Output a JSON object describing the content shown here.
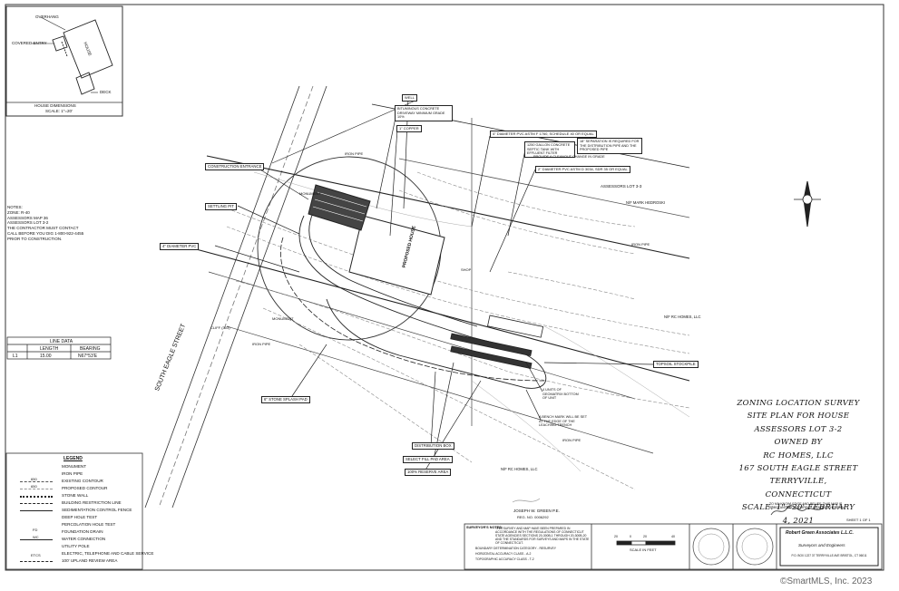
{
  "title_block": {
    "lines": [
      "ZONING LOCATION SURVEY",
      "SITE PLAN FOR HOUSE",
      "ASSESSORS LOT 3-2",
      "OWNED BY",
      "RC HOMES, LLC",
      "167 SOUTH EAGLE STREET",
      "TERRYVILLE, CONNECTICUT",
      "SCALE: 1\"=20'   FEBRUARY 4, 2021"
    ],
    "certify": "TO MY KNOWLEDGE AND BELIEF, THIS MAP IS SUBSTANTIALLY CORRECT AS NOTED HEREON.",
    "sheet": "SHEET 1 OF 1"
  },
  "house_inset": {
    "labels": [
      "OVERHANG",
      "COVERED ENTRY",
      "HOUSE",
      "DECK"
    ],
    "caption": "HOUSE DIMENSIONS",
    "scale": "SCALE: 1\"=20'"
  },
  "notes": {
    "heading": "NOTES:",
    "lines": [
      "ZONE: R-40",
      "ASSESSORS MAP 36",
      "ASSESSORS LOT 3-2",
      "THE CONTRACTOR MUST CONTACT",
      "CALL BEFORE YOU DIG 1-800-922-4455",
      "PRIOR TO CONSTRUCTION."
    ]
  },
  "line_table": {
    "title": "LINE DATA",
    "headers": [
      "",
      "LENGTH",
      "BEARING"
    ],
    "rows": [
      [
        "L1",
        "15.00",
        "N67°53'E"
      ]
    ]
  },
  "legend": {
    "title": "LEGEND",
    "items": [
      "MONUMENT",
      "IRON PIPE",
      "EXISTING CONTOUR",
      "PROPOSED CONTOUR",
      "STONE WALL",
      "BUILDING RESTRICTION LINE",
      "SEDIMENTATION CONTROL FENCE",
      "DEEP HOLE TEST",
      "PERCOLATION HOLE TEST",
      "FOUNDATION DRAIN",
      "WATER CONNECTION",
      "UTILITY POLE",
      "ELECTRIC, TELEPHONE AND CABLE SERVICE",
      "100' UPLAND REVIEW AREA"
    ],
    "codes": [
      "",
      "",
      "650",
      "650",
      "",
      "",
      "",
      "",
      "",
      "FD",
      "WC",
      "",
      "ETCS",
      ""
    ]
  },
  "callouts": {
    "well": "WELL",
    "driveway": "BITUMINOUS CONCRETE DRIVEWAY MINIMUM GRADE 10%",
    "copper": "1\" COPPER",
    "pvc_4": "4\" DIAMETER PVC ASTM F 1760, SCHEDULE 40 OR EQUAL",
    "septic": "1250 GALLON CONCRETE SEPTIC TANK WITH EFFLUENT FILTER",
    "cleanout": "PROVIDE A CLEANOUT CHANGE IN GRADE",
    "separation": "18\" SEPARATION IS REQUIRED FOR THE DISTRIBUTION PIPE AND THE PROPOSED PIPE",
    "pvc_2": "2\" DIAMETER PVC ASTM D 3034, SDR 35 OR EQUAL",
    "lot": "ASSESSORS LOT 3-3",
    "construction": "CONSTRUCTION ENTRANCE",
    "settling": "SETTLING PIT",
    "pvc_main": "4\" DIAMETER PVC",
    "splash": "6\" STONE SPLASH PAD",
    "dbox": "DISTRIBUTION BOX",
    "fill": "SELECT FILL PAD AREA",
    "reserve": "100% RESERVE AREA",
    "units": "4 UNITS OF GEOMATRIX BOTTOM OF UNIT",
    "bench": "A BENCH MARK WILL BE SET AT THE EDGE OF THE LEACHING TRENCH",
    "topsoil": "TOPSOIL STOCKPILE",
    "street": "SOUTH EAGLE STREET",
    "monument": "MONUMENT",
    "iron_pipe": "IRON PIPE",
    "abutter_north": "N/F MARK HEDROSKI",
    "abutter_east": "N/F RC HOMES, LLC",
    "abutter_south": "N/F RC HOMES, LLC",
    "elev_cliff": "CLIFF (303)",
    "house_label": "PROPOSED HOUSE",
    "shop": "SHOP"
  },
  "surveyor": {
    "notes_head": "SURVEYOR'S NOTES:",
    "notes": "THIS SURVEY AND MAP HAVE BEEN PREPARED IN ACCORDANCE WITH THE REGULATIONS OF CONNECTICUT STATE AGENCIES SECTIONS 20-300B-1 THROUGH 20-300B-20 AND THE STANDARDS FOR SURVEYS AND MAPS IN THE STATE OF CONNECTICUT.",
    "class1": "BOUNDARY DETERMINATION CATEGORY - RESURVEY",
    "class2": "HORIZONTAL ACCURACY CLASS - A-2",
    "class3": "TOPOGRAPHIC ACCURACY CLASS - T-2",
    "pe_name": "JOSEPH W. GREEN P.E.",
    "pe_reg": "REG. NO. 0006292",
    "scale_label": "SCALE IN FEET",
    "scale_ticks": [
      "20",
      "0",
      "20",
      "40"
    ],
    "firm1": "Robert Green Associates L.L.C.",
    "firm2": "Surveyors and Engineers",
    "firm3": "P.O. BOX 1227  37 TERRYVILLE AVE  BRISTOL, CT  06011",
    "signature": "Robert C Green"
  },
  "watermark": "©SmartMLS, Inc.  2023"
}
